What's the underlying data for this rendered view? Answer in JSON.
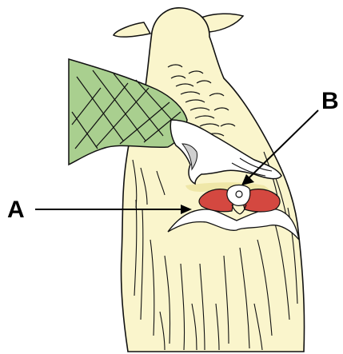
{
  "labels": {
    "a": "A",
    "b": "B"
  },
  "colors": {
    "fleece": "#faf5cc",
    "outline": "#111111",
    "sleeve": "#a9cf8f",
    "muscle": "#d44840",
    "highlight": "#ffffff",
    "arrow": "#000000"
  },
  "icons": {
    "sheep": "sheep-rear-view-illustration",
    "hand": "gloved-hand-illustration"
  }
}
